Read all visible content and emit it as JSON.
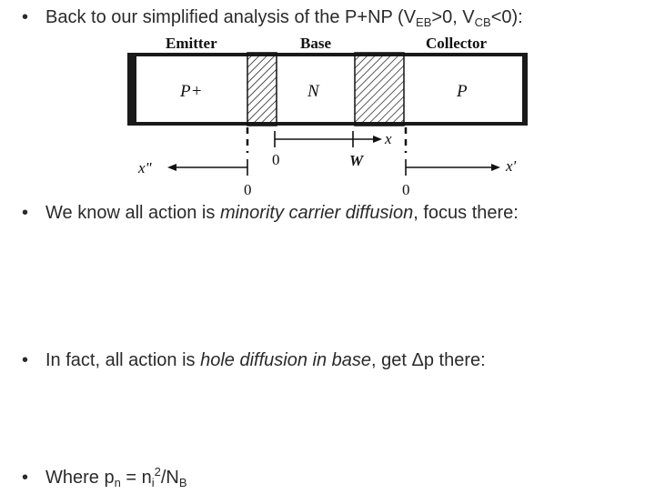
{
  "bullets": {
    "b1": {
      "marker": "•",
      "text_a": "Back to our simplified analysis of the P+NP (V",
      "sub_a": "EB",
      "text_b": ">0, V",
      "sub_b": "CB",
      "text_c": "<0):"
    },
    "b2": {
      "marker": "•",
      "text_a": "We know all action is ",
      "italic": "minority carrier diffusion",
      "text_b": ", focus there:"
    },
    "b3": {
      "marker": "•",
      "text_a": "In fact, all action is ",
      "italic": "hole diffusion in base",
      "text_b": ", get Δp there:"
    },
    "b4": {
      "marker": "•",
      "text_a": "Where p",
      "sub_a": "n",
      "text_b": " = n",
      "sub_b": "i",
      "sup": "2",
      "text_c": "/N",
      "sub_c": "B"
    }
  },
  "diagram": {
    "region_labels": {
      "emitter": "Emitter",
      "base": "Base",
      "collector": "Collector"
    },
    "doping_labels": {
      "emitter": "P+",
      "base": "N",
      "collector": "P"
    },
    "axis_labels": {
      "x_double_prime": "x\"",
      "x": "x",
      "x_prime": "x'",
      "zero_base": "0",
      "w": "W",
      "zero_emitter": "0",
      "zero_collector": "0"
    }
  }
}
